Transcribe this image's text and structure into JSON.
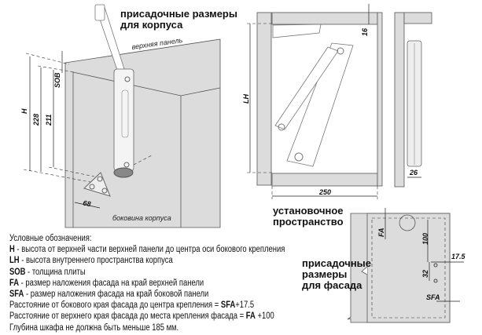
{
  "titles": {
    "body_drilling": [
      "присадочные размеры",
      "для корпуса"
    ],
    "install_space": [
      "установочное",
      "пространство"
    ],
    "front_drilling": [
      "присадочные",
      "размеры",
      "для фасада"
    ]
  },
  "labels": {
    "top_panel": "верхняя панель",
    "side_panel": "боковина корпуса"
  },
  "dimensions": {
    "H": "H",
    "d228": "228",
    "d211": "211",
    "SOB": "SOB",
    "d68": "68",
    "LH": "LH",
    "d16": "16",
    "d250": "250",
    "d26": "26",
    "FA": "FA",
    "d100": "100",
    "d17_5": "17.5",
    "d32": "32",
    "SFA": "SFA"
  },
  "legend": {
    "heading": "Условные обозначения:",
    "items": [
      {
        "key": "H",
        "text": " - высота от верхней части верхней панели до  центра оси бокового крепления"
      },
      {
        "key": "LH",
        "text": " - высота внутреннего пространства корпуса"
      },
      {
        "key": "SOB",
        "text": " - толщина плиты"
      },
      {
        "key": "FA",
        "text": " - размер наложения фасада на край верхней панели"
      },
      {
        "key": "SFA",
        "text": " - размер наложения фасада на край боковой панели"
      }
    ],
    "formula1": {
      "text": "Расстояние от бокового края фасада до центра крепления = ",
      "key": "SFA",
      "tail": "+17.5"
    },
    "formula2": {
      "text": "Расстояние от верхнего края фасада до места крепления фасада = ",
      "key": "FA",
      "tail": " +100"
    },
    "note": "Глубина шкафа не должна быть меньше 185 мм."
  }
}
